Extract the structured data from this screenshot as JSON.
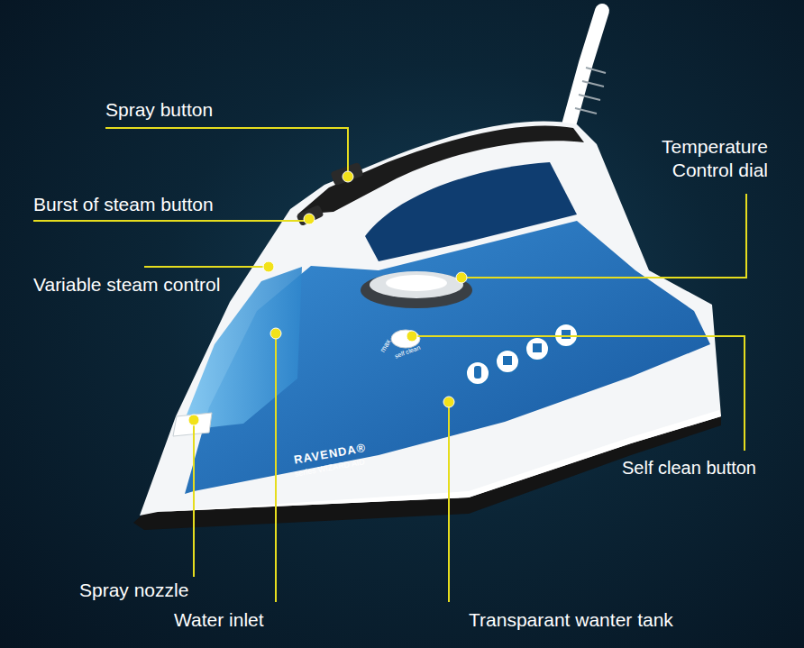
{
  "diagram": {
    "labels": [
      "Spray button",
      "Burst of steam button",
      "Variable steam control",
      "Temperature Control dial",
      "Self clean button",
      "Spray nozzle",
      "Water inlet",
      "Transparant wanter tank",
      "RAVENDA®",
      "series WIZARD AID",
      "max",
      "self clean"
    ]
  }
}
